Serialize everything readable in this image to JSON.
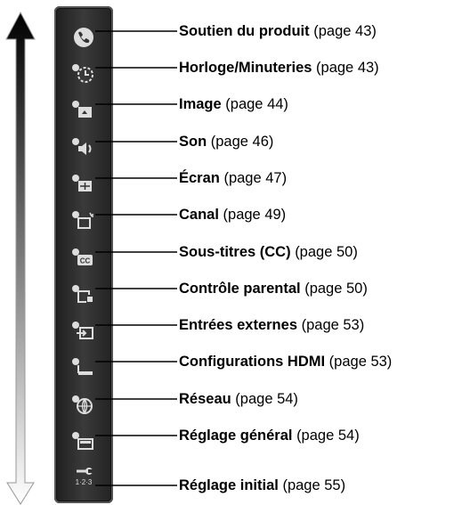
{
  "menu": {
    "items": [
      {
        "icon": "support-icon",
        "title": "Soutien du produit",
        "page": "(page 43)"
      },
      {
        "icon": "clock-timer-icon",
        "title": "Horloge/Minuteries",
        "page": "(page 43)"
      },
      {
        "icon": "picture-icon",
        "title": "Image",
        "page": "(page 44)"
      },
      {
        "icon": "sound-icon",
        "title": "Son",
        "page": "(page 46)"
      },
      {
        "icon": "screen-icon",
        "title": "Écran",
        "page": "(page 47)"
      },
      {
        "icon": "channel-icon",
        "title": "Canal",
        "page": "(page 49)"
      },
      {
        "icon": "closed-caption-icon",
        "title": "Sous-titres (CC)",
        "page": "(page 50)"
      },
      {
        "icon": "parental-lock-icon",
        "title": "Contrôle parental",
        "page": "(page 50)"
      },
      {
        "icon": "external-input-icon",
        "title": "Entrées externes",
        "page": "(page 53)"
      },
      {
        "icon": "hdmi-icon",
        "title": "Configurations HDMI",
        "page": "(page 53)"
      },
      {
        "icon": "network-icon",
        "title": "Réseau",
        "page": "(page 54)"
      },
      {
        "icon": "general-setup-icon",
        "title": "Réglage général",
        "page": "(page 54)"
      },
      {
        "icon": "initial-setup-icon",
        "title": "Réglage initial",
        "page": "(page 55)"
      }
    ],
    "icon_glyph_texts": {
      "cc": "CC",
      "steps": "1·2·3"
    }
  }
}
